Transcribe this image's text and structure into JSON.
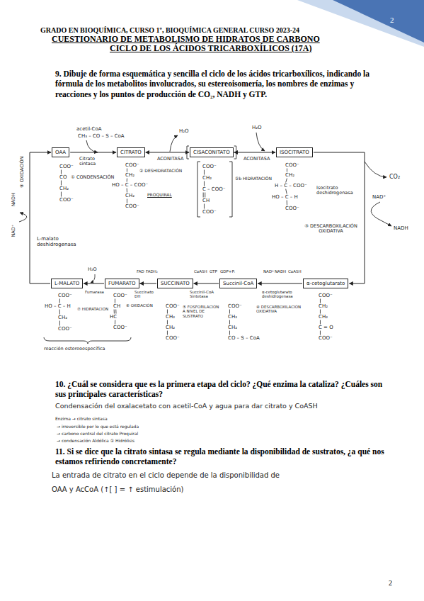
{
  "diagram": {
    "title": "CUESTIONARIO DE METABOLISMO DE HIDRATOS DE CARBONO",
    "nodes": [
      {
        "text": [
          "OAA"
        ]
      },
      {
        "text": [
          "CITRATO"
        ]
      },
      {
        "text": [
          "CISACONITATO"
        ]
      },
      {
        "text": [
          "ISOCITRATO"
        ]
      },
      {
        "text": [
          "L-MALATO"
        ]
      },
      {
        "text": [
          "FUMARATO"
        ]
      },
      {
        "text": [
          "SUCCINATO"
        ]
      },
      {
        "text": [
          "Succinil-CoA"
        ]
      },
      {
        "text": [
          "α-cetoglutarato"
        ]
      }
    ],
    "edges": [
      {
        "from": 0,
        "to": 1,
        "arrow": "to"
      },
      {
        "from": 1,
        "to": 2,
        "arrow": "both"
      },
      {
        "from": 2,
        "to": 3,
        "arrow": "both"
      },
      {
        "from": 3,
        "to": 8,
        "arrow": "to"
      },
      {
        "from": 8,
        "to": 7,
        "arrow": "to"
      },
      {
        "from": 7,
        "to": 6,
        "arrow": "to"
      },
      {
        "from": 6,
        "to": 5,
        "arrow": "to"
      },
      {
        "from": 5,
        "to": 4,
        "arrow": "to"
      },
      {
        "from": 4,
        "to": 0,
        "arrow": "to"
      }
    ],
    "labels": [
      "GRADO EN BIOQUÍMICA, CURSO 1º, BIOQUÍMICA GENERAL CURSO 2023-24",
      "CICLO DE LOS ÁCIDOS TRICARBOXÍLICOS (17A)",
      "2",
      "9. Dibuje de forma esquemática y sencilla el ciclo de los ácidos tricarboxílicos, indicando la fórmula de los metabolitos involucrados, su estereoisomería, los nombres de enzimas y reacciones y los puntos de producción de CO₂, NADH y GTP.",
      "acetil-CoA",
      "CH₃ – CO – S – CoA",
      "Citrato sintasa",
      "H₂O",
      "ACONITASA",
      "H₂O",
      "ACONITASA",
      "COO⁻",
      "CO",
      "CH₂",
      "COO⁻",
      "① CONDENSACIÓN",
      "COO⁻",
      "CH₂",
      "HO – C – COO⁻",
      "CH₂",
      "COO⁻",
      "② DESHIDRATACIÓN",
      "PROQUIRAL",
      "COO⁻",
      "CH₂",
      "C – COO⁻",
      "CH",
      "COO⁻",
      "②b HIDRATACIÓN",
      "COO⁻",
      "CH₂",
      "H – C – COO⁻",
      "HO – C – H",
      "COO⁻",
      "Isocitrato deshidrogenasa",
      "③ DESCARBOXILACIÓN OXIDATIVA",
      "CO₂",
      "NAD⁺",
      "NADH",
      "NADH",
      "⑧ OXIDACIÓN",
      "NAD⁺",
      "L-malato deshidrogenasa",
      "H₂O",
      "Fumarasa",
      "FAD",
      "FADH₂",
      "Succinato DH",
      "CoASH",
      "GTP",
      "GDP+Pᵢ",
      "Succinil-CoA Sintetasa",
      "NAD⁺",
      "NADH",
      "CoASH",
      "α-cetoglutarato deshidrogenasa",
      "COO⁻",
      "HO – C – H",
      "CH₂",
      "COO⁻",
      "⑦ HIDRATACIÓN",
      "COO⁻",
      "CH",
      "HC",
      "COO⁻",
      "⑥ OXIDACIÓN",
      "COO⁻",
      "CH₂",
      "CH₂",
      "COO⁻",
      "⑤ FOSFORILACIÓN A NIVEL DE SUSTRATO",
      "COO⁻",
      "CH₂",
      "CH₂",
      "CO – S – CoA",
      "④ DESCARBOXILACIÓN OXIDATIVA",
      "COO⁻",
      "CH₂",
      "CH₂",
      "C = O",
      "COO⁻",
      "reacción estereoespecífica",
      "10. ¿Cuál se considera que es la primera etapa del ciclo? ¿Qué enzima la cataliza? ¿Cuáles son sus principales características?",
      "Condensación del oxalacetato con acetil-CoA y agua para dar citrato y CoASH",
      "Enzima → citrato sintasa",
      "→ irreversible por lo que está regulada",
      "→ carbono central del citrato Proquiral",
      "→ condensación Aldólica ① Hidrólisis",
      "11. Si se dice que la citrato sintasa se regula mediante la disponibilidad de sustratos, ¿a qué nos estamos refiriendo concretamente?",
      "La entrada de citrato en el ciclo depende de la disponibilidad de OAA y AcCoA (↑[ ] = ↑ estimulación)",
      "2"
    ]
  }
}
